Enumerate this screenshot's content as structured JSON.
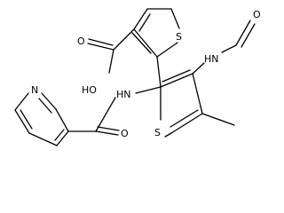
{
  "structure": {
    "atom_labels": {
      "sulfur_top": "S",
      "sulfur_bottom": "S",
      "oxygen_acid_carbonyl": "O",
      "hydroxyl": "HO",
      "nh_formamide": "HN",
      "oxygen_formyl": "O",
      "nh_amide": "HN",
      "oxygen_amide": "O",
      "nitrogen_pyridine": "N",
      "methyl_group": ""
    }
  }
}
